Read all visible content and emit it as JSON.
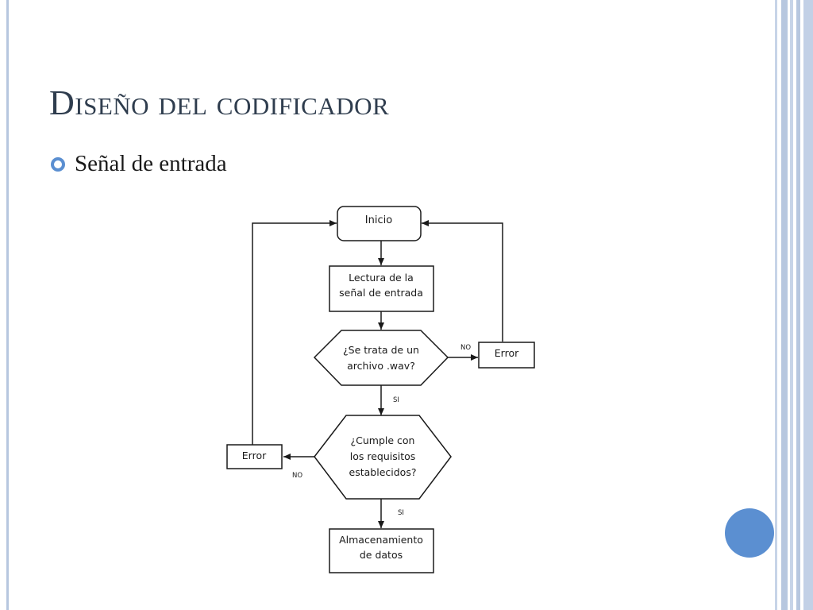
{
  "slide": {
    "title": "Diseño del codificador",
    "bullet": "Señal de entrada"
  },
  "diagram": {
    "nodes": {
      "inicio": "Inicio",
      "lectura_1": "Lectura de la",
      "lectura_2": "señal de entrada",
      "decision_wav_1": "¿Se trata de un",
      "decision_wav_2": "archivo .wav?",
      "error_right": "Error",
      "decision_req_1": "¿Cumple con",
      "decision_req_2": "los requisitos",
      "decision_req_3": "establecidos?",
      "error_left": "Error",
      "almacenamiento_1": "Almacenamiento",
      "almacenamiento_2": "de datos"
    },
    "edge_labels": {
      "no_wav": "NO",
      "si_wav": "SI",
      "no_req": "NO",
      "si_req": "SI"
    }
  },
  "colors": {
    "accent": "#5b8fd1",
    "border_bars": "#b7c7df",
    "title": "#2f3d4e"
  }
}
